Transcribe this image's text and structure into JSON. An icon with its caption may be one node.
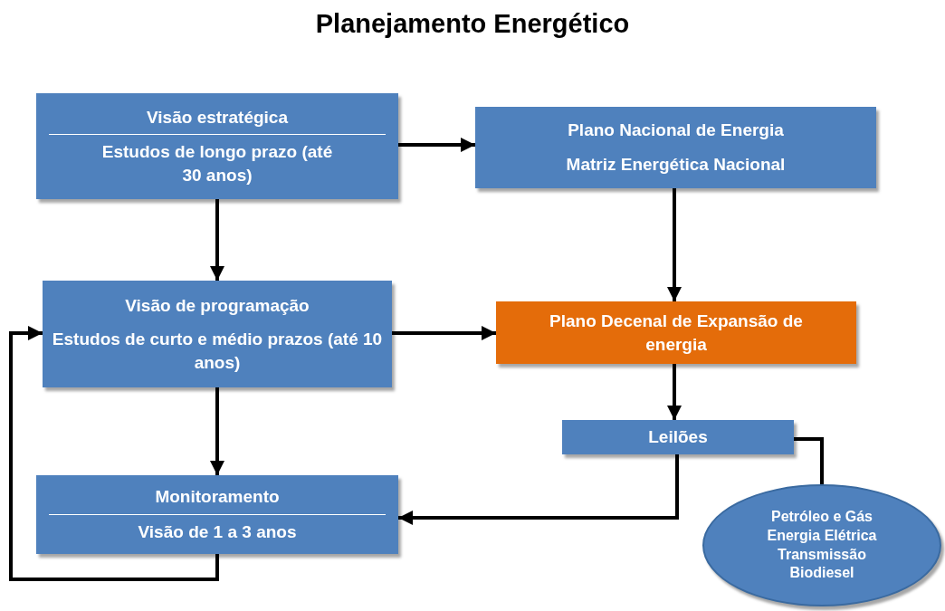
{
  "diagram": {
    "title": "Planejamento Energético",
    "nodes": [
      {
        "text": [
          "Visão estratégica",
          "Estudos de longo prazo (até 30 anos)"
        ]
      },
      {
        "text": [
          "Plano Nacional de Energia",
          "Matriz Energética Nacional"
        ]
      },
      {
        "text": [
          "Visão de programação",
          "Estudos de curto e médio prazos (até 10 anos)"
        ]
      },
      {
        "text": [
          "Plano Decenal de Expansão de energia"
        ]
      },
      {
        "text": [
          "Leilões"
        ]
      },
      {
        "text": [
          "Monitoramento",
          "Visão de 1 a 3 anos"
        ]
      },
      {
        "text": [
          "Petróleo e Gás",
          "Energia Elétrica",
          "Transmissão",
          "Biodiesel"
        ]
      }
    ],
    "edges": [
      {
        "from": 0,
        "to": 1,
        "arrow": "to"
      },
      {
        "from": 0,
        "to": 2,
        "arrow": "to"
      },
      {
        "from": 1,
        "to": 3,
        "arrow": "to"
      },
      {
        "from": 2,
        "to": 3,
        "arrow": "to"
      },
      {
        "from": 2,
        "to": 5,
        "arrow": "to"
      },
      {
        "from": 3,
        "to": 4,
        "arrow": "to"
      },
      {
        "from": 4,
        "to": 5,
        "arrow": "to"
      },
      {
        "from": 5,
        "to": 2,
        "arrow": "to"
      },
      {
        "from": 6,
        "to": 4,
        "arrow": "none"
      }
    ]
  }
}
